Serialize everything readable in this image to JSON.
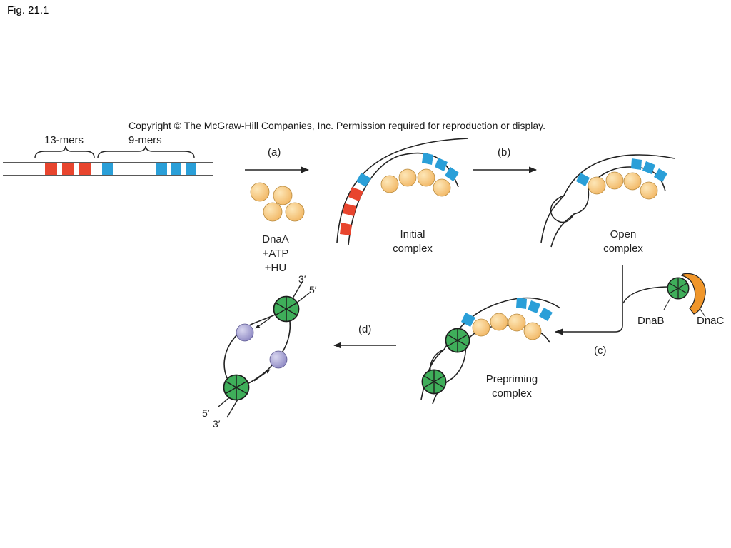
{
  "slide_label": "Fig. 21.1",
  "copyright": "Copyright © The McGraw-Hill Companies, Inc. Permission required for reproduction or display.",
  "origin": {
    "thirteen_mers_label": "13-mers",
    "nine_mers_label": "9-mers"
  },
  "steps": {
    "a": "(a)",
    "b": "(b)",
    "c": "(c)",
    "d": "(d)"
  },
  "proteins": {
    "dnaa_line1": "DnaA",
    "dnaa_line2": "+ATP",
    "dnaa_line3": "+HU",
    "dnab": "DnaB",
    "dnac": "DnaC"
  },
  "complexes": {
    "initial_line1": "Initial",
    "initial_line2": "complex",
    "open_line1": "Open",
    "open_line2": "complex",
    "prepriming_line1": "Prepriming",
    "prepriming_line2": "complex"
  },
  "strand_ends": {
    "top_3": "3′",
    "top_5": "5′",
    "bottom_5": "5′",
    "bottom_3": "3′"
  },
  "colors": {
    "thirteen_mer": "#e8452e",
    "nine_mer": "#2a9fd8",
    "dnaa": "#f7c97e",
    "dnab": "#3fae5a",
    "dnac": "#f0962a",
    "primase": "#a7a3d6"
  }
}
